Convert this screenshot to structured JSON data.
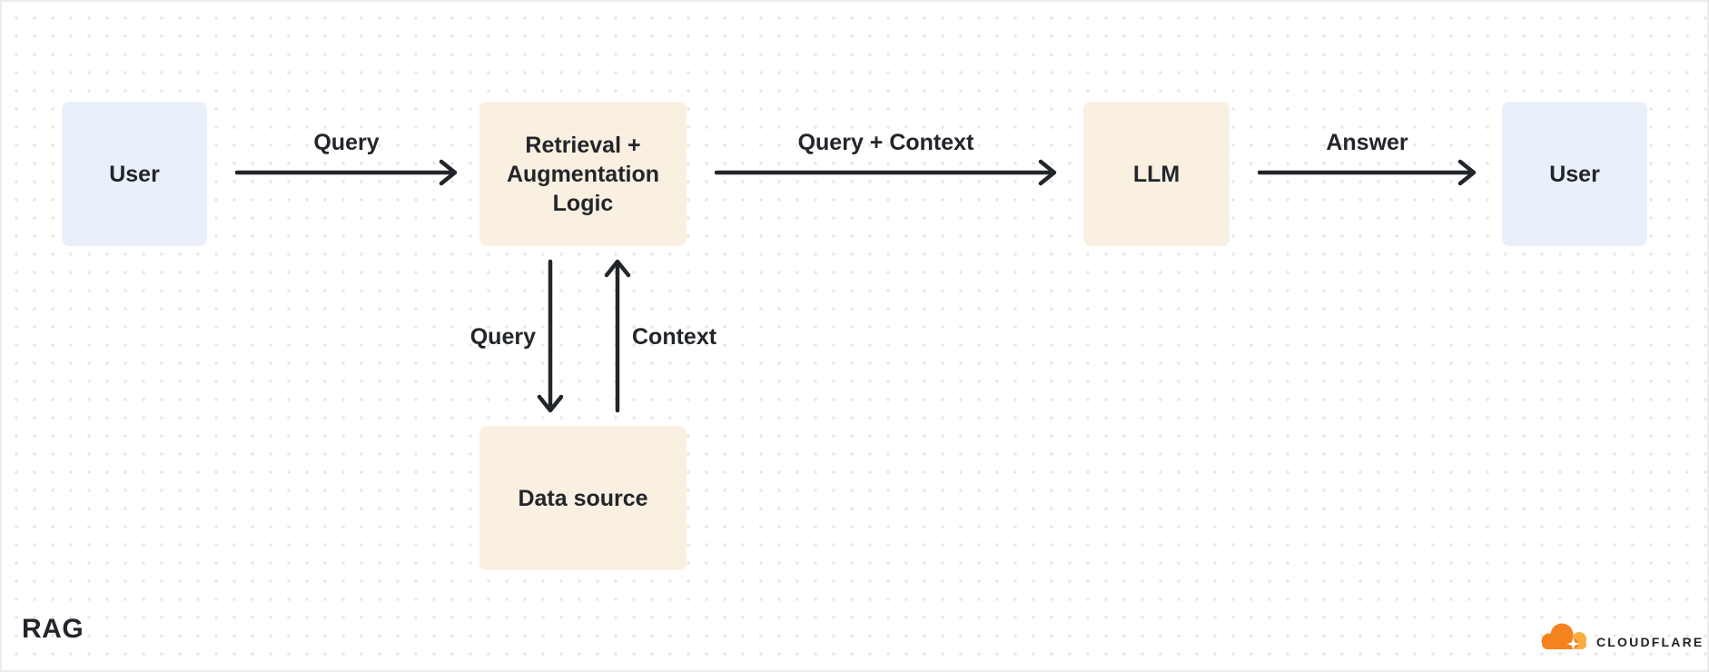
{
  "diagram": {
    "caption": "RAG",
    "nodes": [
      {
        "id": "user-left",
        "label": "User",
        "fill": "#e9f0fa"
      },
      {
        "id": "retrieval",
        "label": "Retrieval + Augmentation Logic",
        "fill": "#faf0e1"
      },
      {
        "id": "llm",
        "label": "LLM",
        "fill": "#faf0e1"
      },
      {
        "id": "user-right",
        "label": "User",
        "fill": "#e9f0fa"
      },
      {
        "id": "data-source",
        "label": "Data source",
        "fill": "#faf0e1"
      }
    ],
    "edges": [
      {
        "from": "user-left",
        "to": "retrieval",
        "label": "Query",
        "direction": "right"
      },
      {
        "from": "retrieval",
        "to": "llm",
        "label": "Query + Context",
        "direction": "right"
      },
      {
        "from": "llm",
        "to": "user-right",
        "label": "Answer",
        "direction": "right"
      },
      {
        "from": "retrieval",
        "to": "data-source",
        "label": "Query",
        "direction": "down"
      },
      {
        "from": "data-source",
        "to": "retrieval",
        "label": "Context",
        "direction": "up"
      }
    ],
    "colors": {
      "background": "#ffffff",
      "dot_grid": "#e7e7e7",
      "node_blue": "#e9f0fa",
      "node_cream": "#faf0e1",
      "stroke_and_text": "#22262b"
    }
  },
  "logo": {
    "brand": "CLOUDFLARE",
    "cloud_color": "#f6821f",
    "cloud_light_color": "#fbad41"
  }
}
